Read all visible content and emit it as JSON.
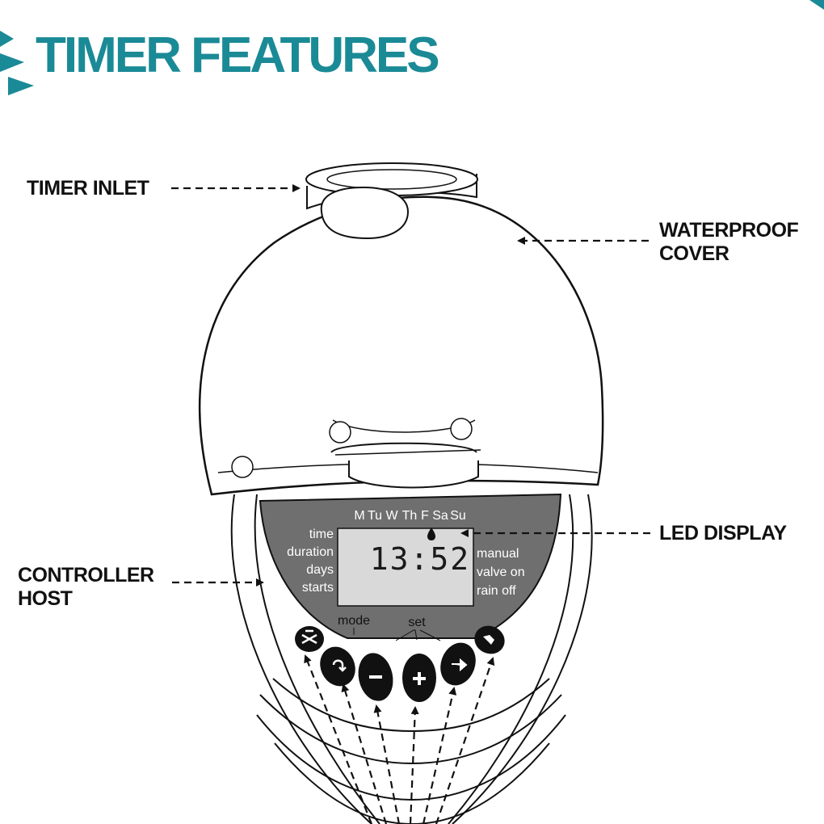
{
  "title": "TIMER FEATURES",
  "accent_color": "#1a8a96",
  "callouts": {
    "timer_inlet": "TIMER INLET",
    "waterproof_cover": [
      "WATERPROOF",
      "COVER"
    ],
    "led_display": "LED DISPLAY",
    "controller_host": [
      "CONTROLLER",
      "HOST"
    ]
  },
  "display": {
    "days": [
      "M",
      "Tu",
      "W",
      "Th",
      "F",
      "Sa",
      "Su"
    ],
    "left_labels": [
      "time",
      "duration",
      "days",
      "starts"
    ],
    "right_labels": [
      "manual",
      "valve on",
      "rain off"
    ],
    "clock": "13:52",
    "drop_icon": "water-drop-icon"
  },
  "button_labels": {
    "mode": "mode",
    "set": "set"
  },
  "buttons": [
    {
      "name": "clear-button",
      "icon": "reset-icon"
    },
    {
      "name": "mode-button",
      "icon": "cycle-arrow-icon"
    },
    {
      "name": "minus-button",
      "icon": "minus-icon"
    },
    {
      "name": "plus-button",
      "icon": "plus-icon"
    },
    {
      "name": "next-button",
      "icon": "right-arrow-icon"
    },
    {
      "name": "manual-button",
      "icon": "water-tap-icon"
    }
  ]
}
